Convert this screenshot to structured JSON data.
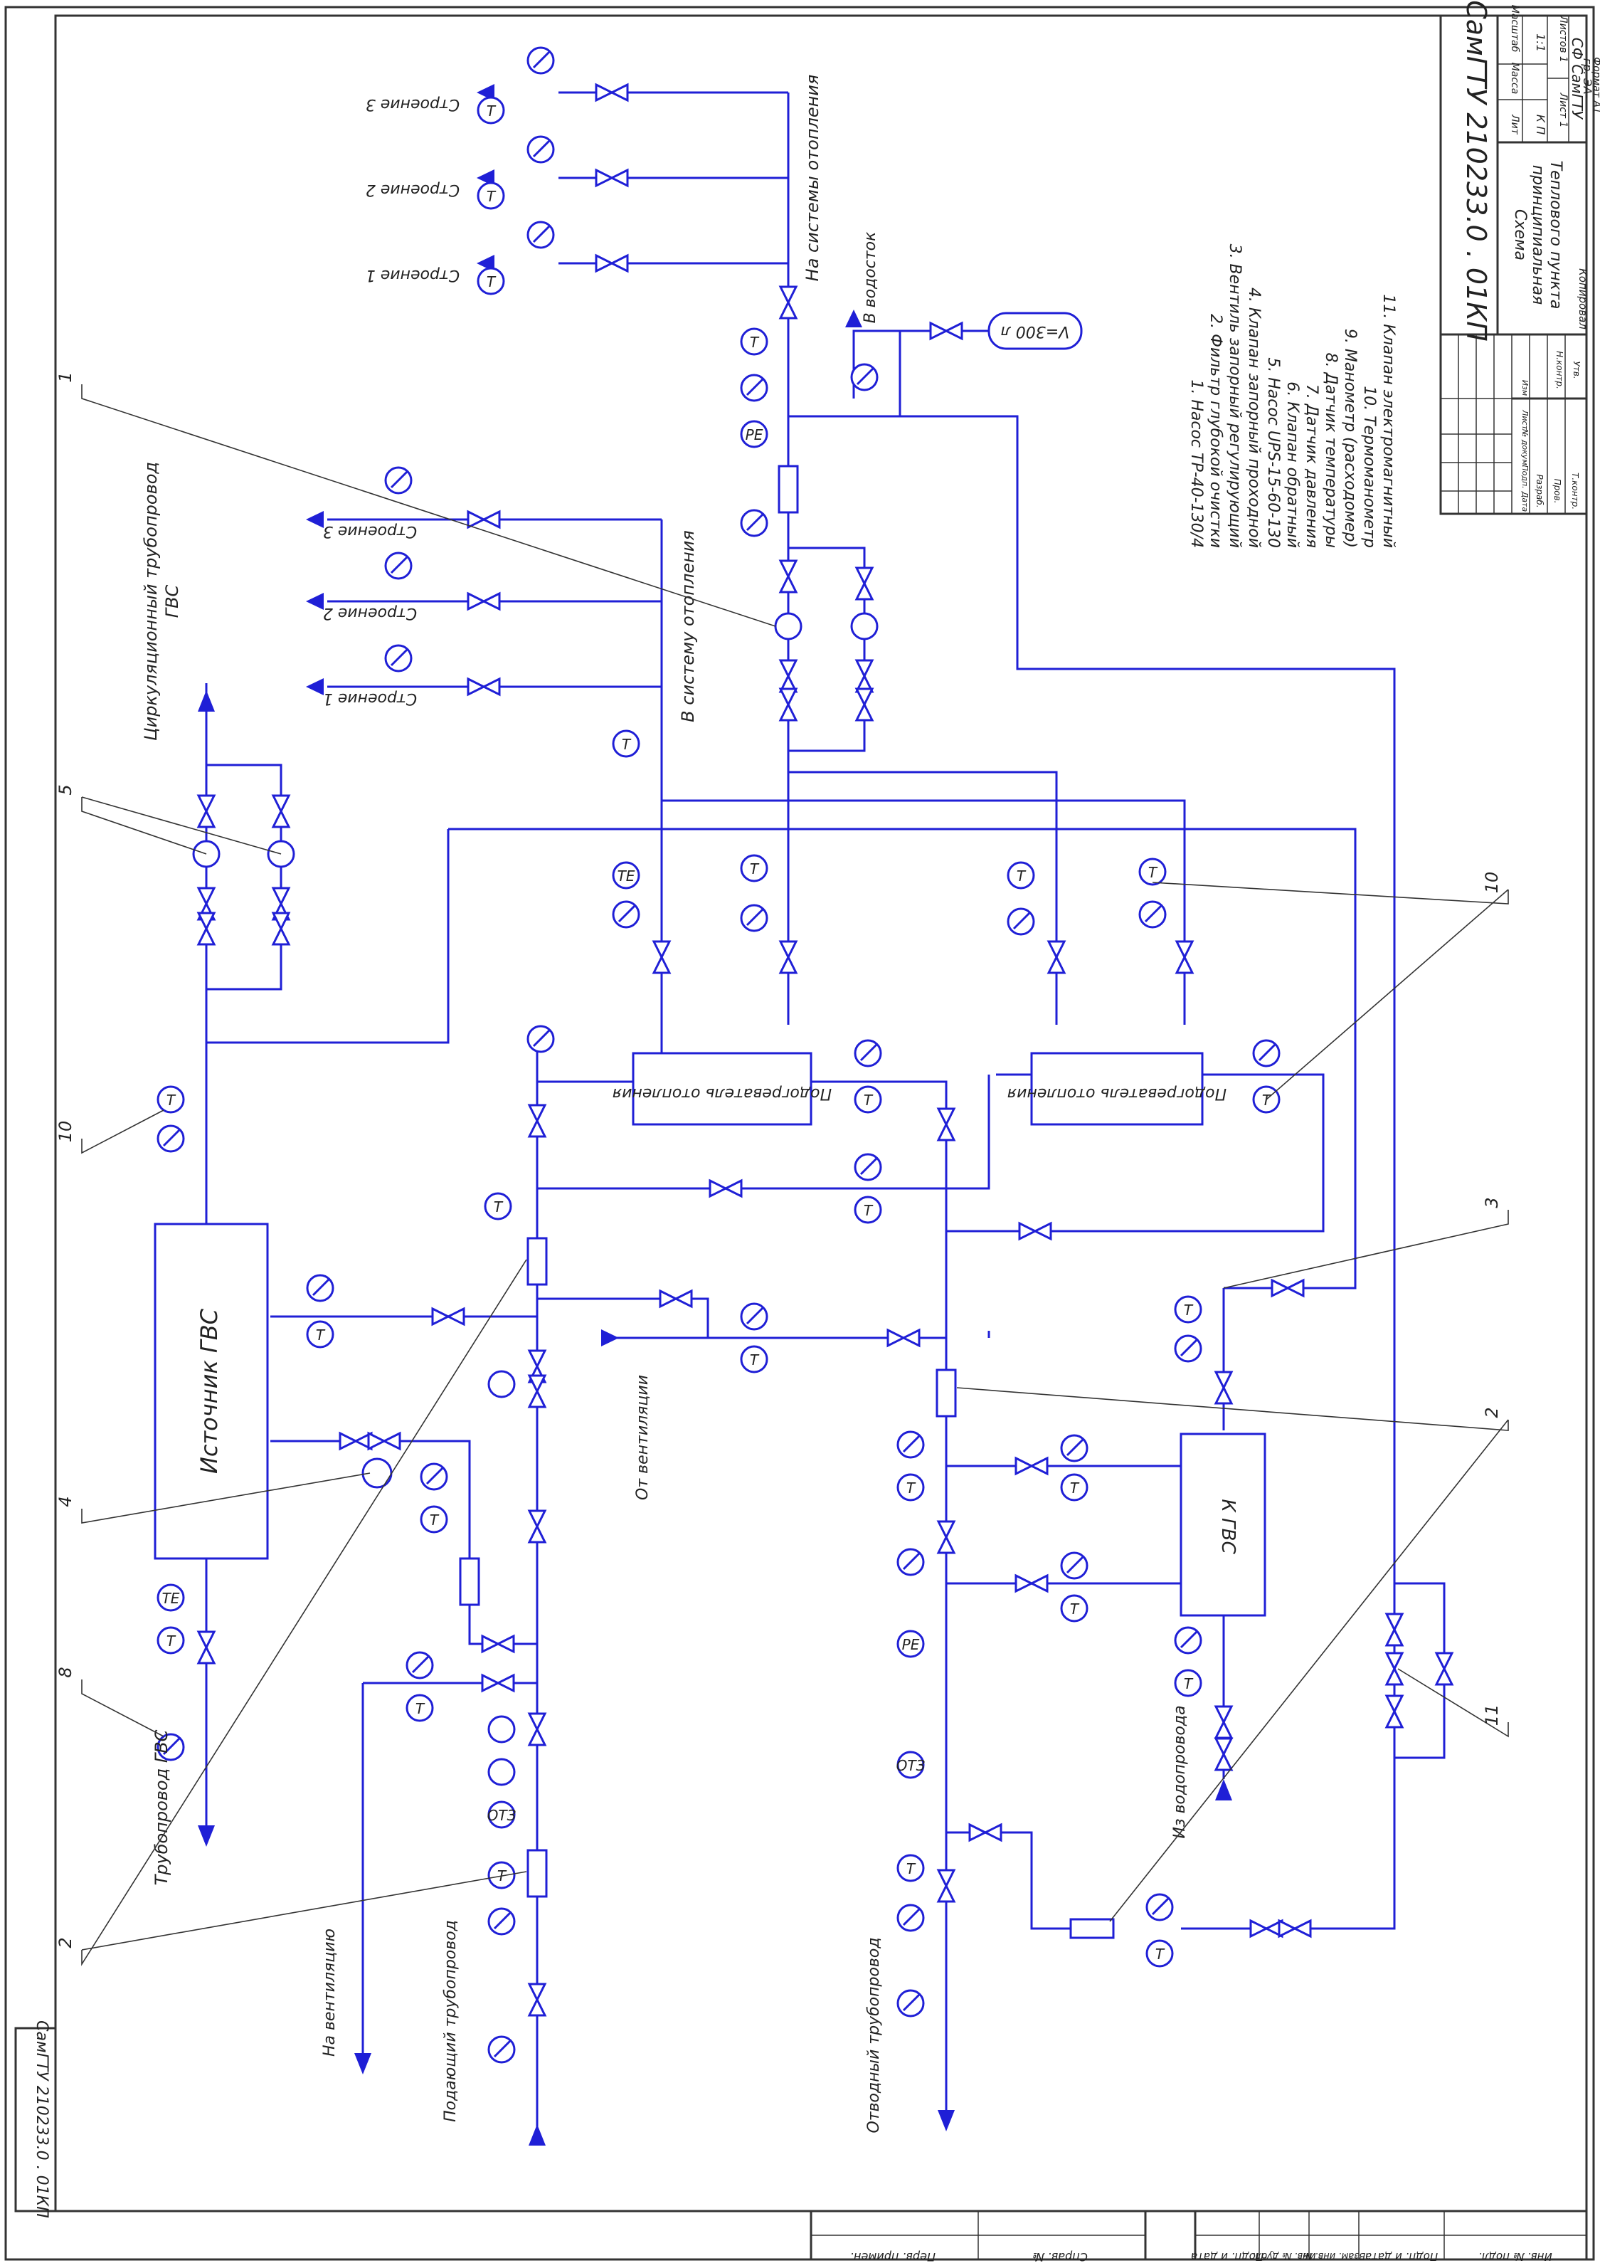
{
  "drawing_code": "СамГТУ 210233.0  . 01КП",
  "drawing_code_stamp": "СамГТУ 210233.0  . 01КП",
  "title_lines": [
    "Схема",
    "принципиальная",
    "Теплового пункта"
  ],
  "org_lines": [
    "СФ СамГТУ",
    "гр. ЭА-"
  ],
  "stamp": {
    "lit": "Лит",
    "mass": "Масса",
    "scale": "Масштаб",
    "kp": "К П",
    "scale_value": "1:1",
    "sheet": "Лист 1",
    "sheets": "Листов 1",
    "row_labels": [
      "Изм",
      "Лист",
      "№ докум.",
      "Подп.",
      "Дата"
    ],
    "roles": [
      "Разраб.",
      "Пров.",
      "Т.контр.",
      "Н.контр.",
      "Утв."
    ],
    "copied": "Копировал",
    "format": "Формат  А1"
  },
  "side_strip": [
    "Перв. примен.",
    "Справ. №"
  ],
  "bottom_strip": [
    "Инв. № подл.",
    "Подп. и дата",
    "Взам. инв. №",
    "Инв. № дубл.",
    "Подп. и дата"
  ],
  "legend": [
    "1. Насос ТР-40-130/4",
    "2. Фильтр глубокой очистки",
    "3. Вентиль запорный регулирующий",
    "4. Клапан запорный проходной",
    "5. Насос UPS-15-60-130",
    "6. Клапан обратный",
    "7. Датчик давления",
    "8. Датчик температуры",
    "9. Манометр (расходомер)",
    "10. Термоманометр",
    "11. Клапан электромагнитный"
  ],
  "labels": {
    "gvs_source": "Источник ГВС",
    "heater": "Подогреватель отопления",
    "k_gvs": "К ГВС",
    "heating_supply": "На системы отопления",
    "to_drain": "В водосток",
    "tank": "V=300 л",
    "circ": [
      "Циркуляционный трубопровод",
      "ГВС"
    ],
    "into_heating": "В систему отопления",
    "from_vent": "От вентиляции",
    "to_vent": "На вентиляцию",
    "supply_pipe": "Подающий трубопровод",
    "return_pipe": "Отводный трубопровод",
    "gvs_pipe": "Трубопровод ГВС",
    "from_water": "Из водопровода",
    "bld1": "Строение 1",
    "bld2": "Строение 2",
    "bld3": "Строение 3"
  },
  "instr": {
    "t": "Т",
    "te": "TE",
    "pe": "PE",
    "otg": "ОТЗ"
  },
  "callouts": [
    "1",
    "2",
    "3",
    "4",
    "5",
    "8",
    "10",
    "11"
  ]
}
